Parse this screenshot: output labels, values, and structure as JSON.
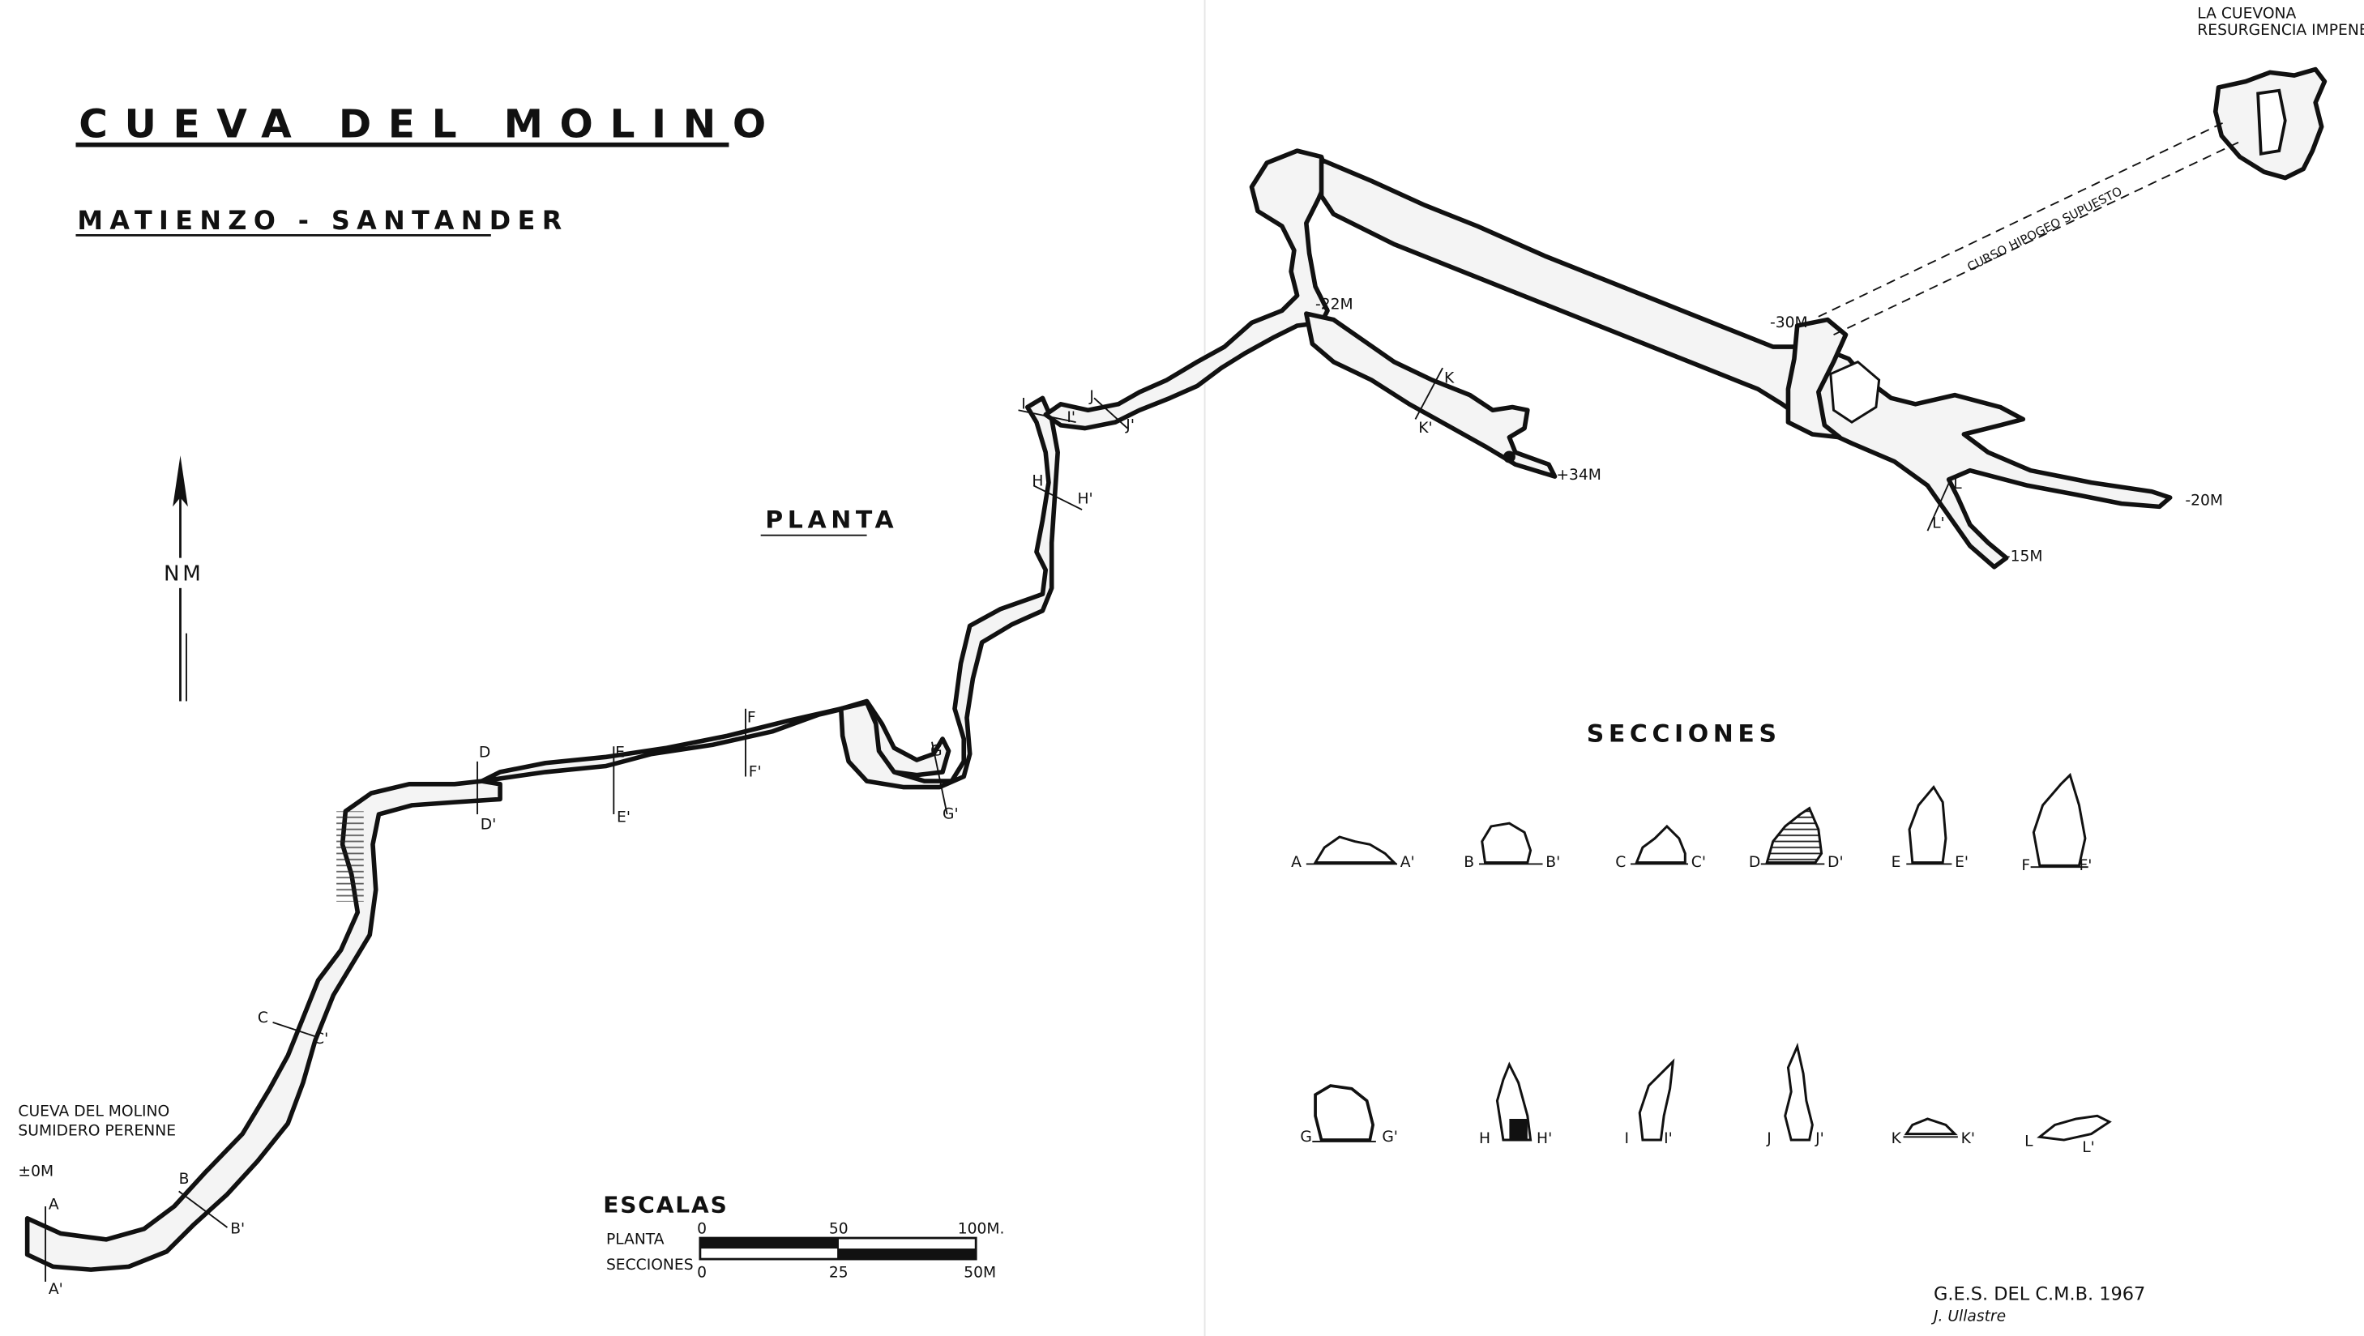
{
  "map": {
    "title": "CUEVA DEL MOLINO",
    "subtitle": "MATIENZO - SANTANDER",
    "plan_label": "PLANTA",
    "sections_label": "SECCIONES",
    "north_label": "NM",
    "entrance_name": "CUEVA DEL MOLINO",
    "entrance_desc": "SUMIDERO PERENNE",
    "entrance_depth": "±0M",
    "resurgence_name": "LA CUEVONA",
    "resurgence_desc": "RESURGENCIA IMPENETRABLE",
    "hypothesis_label": "CURSO HIPOGEO SUPUESTO",
    "depths": {
      "d22": "-22M",
      "d30": "-30M",
      "d34": "+34M",
      "d20": "-20M",
      "d15": "-15M"
    },
    "section_marks": [
      {
        "a": "A",
        "b": "A'"
      },
      {
        "a": "B",
        "b": "B'"
      },
      {
        "a": "C",
        "b": "C'"
      },
      {
        "a": "D",
        "b": "D'"
      },
      {
        "a": "E",
        "b": "E'"
      },
      {
        "a": "F",
        "b": "F'"
      },
      {
        "a": "G",
        "b": "G'"
      },
      {
        "a": "H",
        "b": "H'"
      },
      {
        "a": "I",
        "b": "I'"
      },
      {
        "a": "J",
        "b": "J'"
      },
      {
        "a": "K",
        "b": "K'"
      },
      {
        "a": "L",
        "b": "L'"
      }
    ],
    "sections_row1": [
      {
        "a": "A",
        "b": "A'"
      },
      {
        "a": "B",
        "b": "B'"
      },
      {
        "a": "C",
        "b": "C'"
      },
      {
        "a": "D",
        "b": "D'"
      },
      {
        "a": "E",
        "b": "E'"
      },
      {
        "a": "F",
        "b": "F'"
      }
    ],
    "sections_row2": [
      {
        "a": "G",
        "b": "G'"
      },
      {
        "a": "H",
        "b": "H'"
      },
      {
        "a": "I",
        "b": "I'"
      },
      {
        "a": "J",
        "b": "J'"
      },
      {
        "a": "K",
        "b": "K'"
      },
      {
        "a": "L",
        "b": "L'"
      }
    ],
    "scales": {
      "title": "ESCALAS",
      "plan_label": "PLANTA",
      "sections_label": "SECCIONES",
      "plan_ticks": [
        "0",
        "50",
        "100M."
      ],
      "sections_ticks": [
        "0",
        "25",
        "50M"
      ]
    },
    "credit": "G.E.S. DEL C.M.B. 1967",
    "author": "J. Ullastre"
  }
}
